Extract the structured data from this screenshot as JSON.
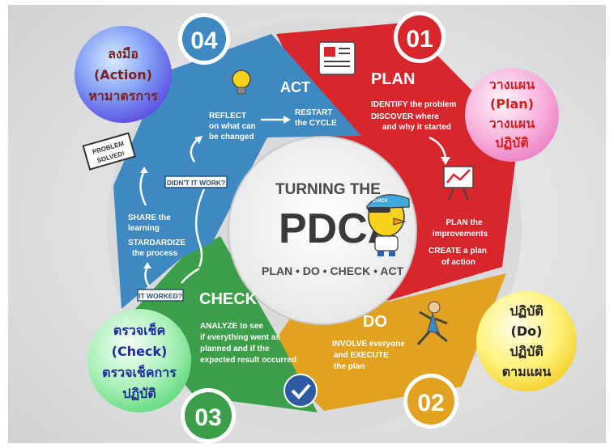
{
  "center": {
    "title_line1": "TURNING THE",
    "title_line2": "PDCA",
    "subtitle": "PLAN • DO • CHECK • ACT",
    "mascot_cap_text": "CHICK"
  },
  "plan": {
    "number": "01",
    "title": "PLAN",
    "color": "#d7262c",
    "line1": "IDENTIFY the problem",
    "line2": "DISCOVER where",
    "line3": "and why it started",
    "line4": "PLAN the",
    "line5": "improvements",
    "line6": "CREATE a plan",
    "line7": "of action",
    "thai_1": "วางแผน",
    "thai_2": "(Plan)",
    "thai_3": "วางแผน",
    "thai_4": "ปฏิบัติ"
  },
  "do": {
    "number": "02",
    "title": "DO",
    "color": "#e0a21f",
    "line1": "INVOLVE everyone",
    "line2": "and EXECUTE",
    "line3": "the plan",
    "thai_1": "ปฏิบัติ",
    "thai_2": "(Do)",
    "thai_3": "ปฏิบัติ",
    "thai_4": "ตามแผน"
  },
  "check": {
    "number": "03",
    "title": "CHECK",
    "color": "#3b9e48",
    "line1": "ANALYZE to see",
    "line2": "if everything went as",
    "line3": "planned and if the",
    "line4": "expected result occurred",
    "thai_1": "ตรวจเช็ค",
    "thai_2": "(Check)",
    "thai_3": "ตรวจเช็คการ",
    "thai_4": "ปฏิบัติ"
  },
  "act": {
    "number": "04",
    "title": "ACT",
    "color": "#3f89c2",
    "reflect_1": "REFLECT",
    "reflect_2": "on what can",
    "reflect_3": "be changed",
    "restart_1": "RESTART",
    "restart_2": "the CYCLE",
    "didnt_work": "DIDN'T IT WORK?",
    "it_worked": "IT WORKED?",
    "share_1": "SHARE the",
    "share_2": "learning",
    "std_1": "STARDARDIZE",
    "std_2": "the process",
    "problem_1": "PROBLEM",
    "problem_2": "SOLVED!",
    "thai_1": "ลงมือ",
    "thai_2": "(Action)",
    "thai_3": "หามาตรการ"
  }
}
